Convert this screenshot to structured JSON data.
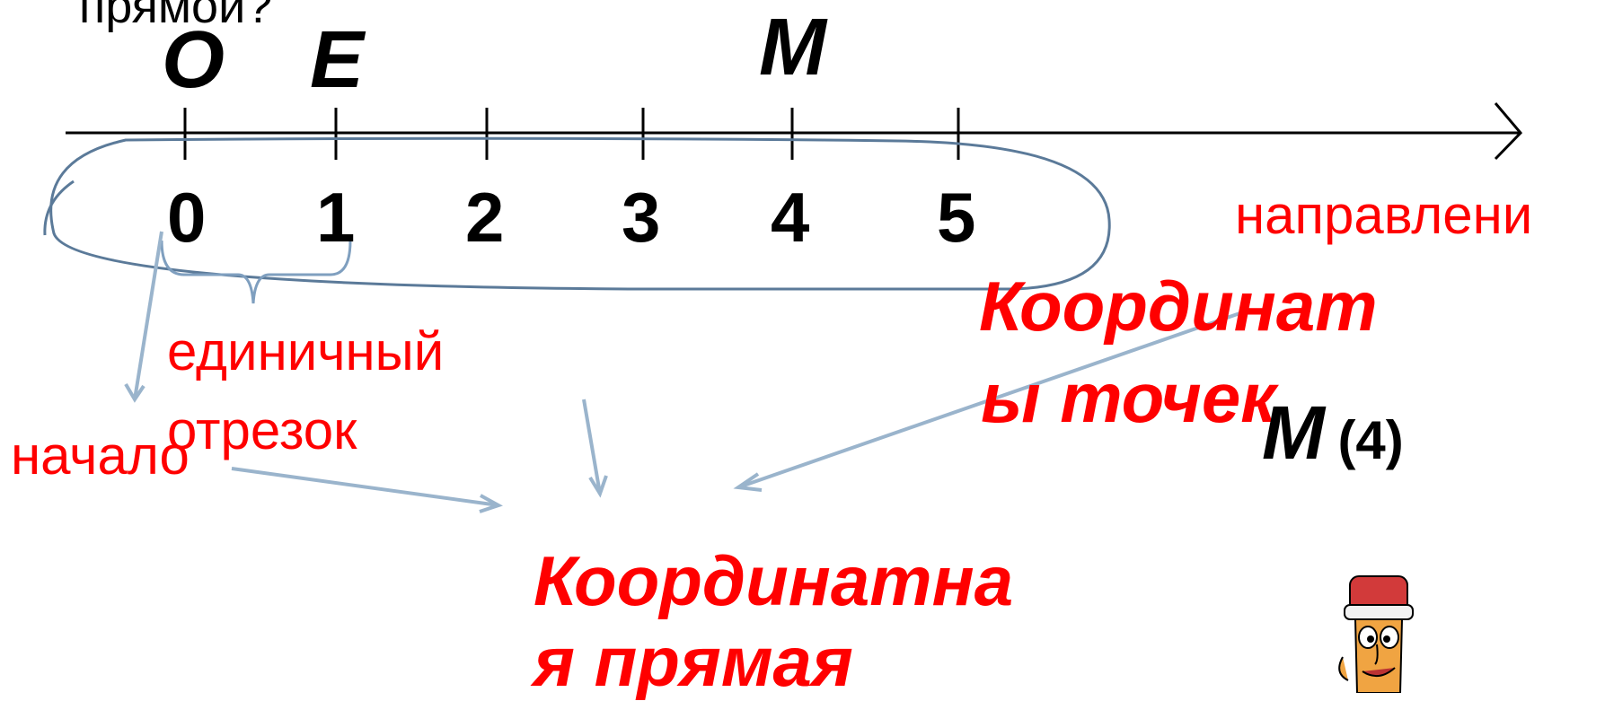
{
  "header": {
    "partial_text": "прямой?"
  },
  "axis": {
    "point_labels": [
      "O",
      "E",
      "M"
    ],
    "tick_labels": [
      "0",
      "1",
      "2",
      "3",
      "4",
      "5"
    ],
    "direction_label": "направлени"
  },
  "labels": {
    "origin": "начало",
    "unit_segment_line1": "единичный",
    "unit_segment_line2": "отрезок"
  },
  "terms": {
    "coordinates_line1": "Координат",
    "coordinates_line2": "ы точек",
    "coordinate_line_line1": "Координатна",
    "coordinate_line_line2": "я прямая"
  },
  "point_coordinate": {
    "name": "M",
    "value": "(4)"
  },
  "colors": {
    "term": "#ff0000",
    "ellipse": "#5b7a99",
    "arrow": "#9ab4cc",
    "axis": "#000000"
  },
  "mascot": {
    "icon": "pencil-character-icon"
  }
}
